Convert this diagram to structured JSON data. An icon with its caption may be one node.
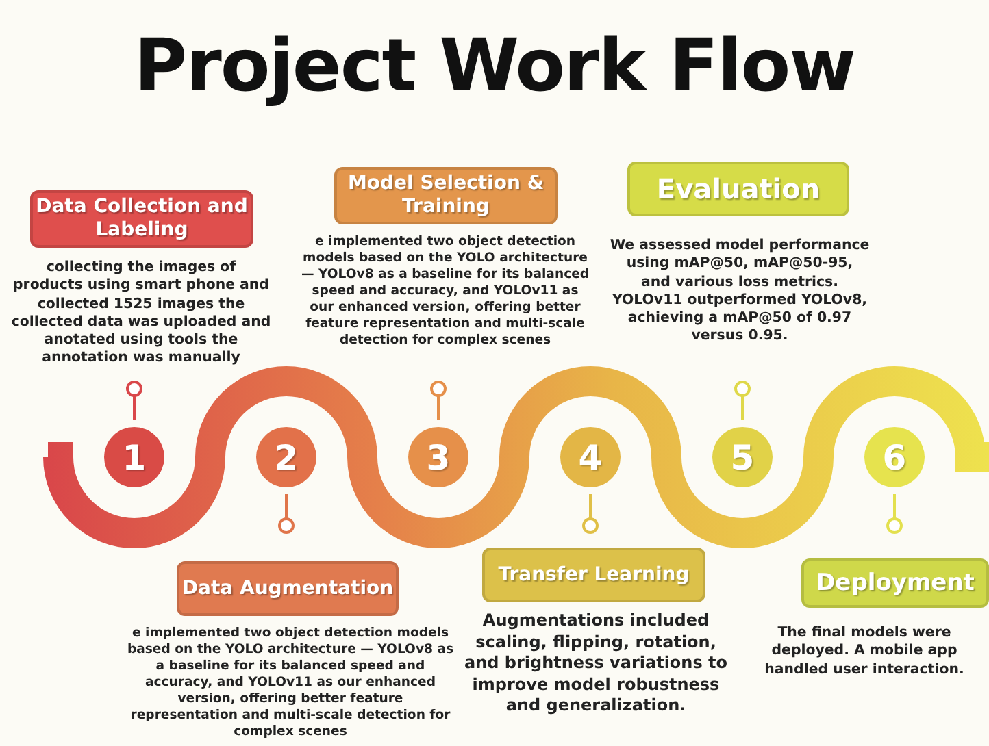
{
  "diagram": {
    "title": "Project Work Flow",
    "nodes": [
      {
        "text": [
          "Data Collection and Labeling"
        ],
        "beside": [
          "collecting the images of products using smart phone and collected 1525 images the collected data was uploaded and anotated using tools the annotation was manually"
        ]
      },
      {
        "text": [
          "Model Selection & Training"
        ],
        "beside": [
          "e implemented two object detection models based on the YOLO architecture — YOLOv8 as a baseline for its balanced speed and accuracy, and YOLOv11 as our enhanced version, offering better feature representation and multi-scale detection for complex scenes"
        ]
      },
      {
        "text": [
          "Evaluation"
        ],
        "beside": [
          "We assessed model performance using mAP@50, mAP@50-95, and various loss metrics. YOLOv11 outperformed YOLOv8, achieving a mAP@50 of 0.97 versus 0.95."
        ]
      },
      {
        "text": [
          "1"
        ]
      },
      {
        "text": [
          "2"
        ]
      },
      {
        "text": [
          "3"
        ]
      },
      {
        "text": [
          "4"
        ]
      },
      {
        "text": [
          "5"
        ]
      },
      {
        "text": [
          "6"
        ]
      },
      {
        "text": [
          "Data Augmentation"
        ],
        "beside": [
          "e implemented two object detection models based on the YOLO architecture — YOLOv8 as a baseline for its balanced speed and accuracy, and YOLOv11 as our enhanced version, offering better feature representation and multi-scale detection for complex scenes"
        ]
      },
      {
        "text": [
          "Transfer Learning"
        ],
        "beside": [
          "Augmentations included scaling, flipping, rotation, and brightness variations to improve model robustness and generalization."
        ]
      },
      {
        "text": [
          "Deployment"
        ],
        "beside": [
          "The final models were deployed. A mobile app handled user interaction."
        ]
      }
    ]
  }
}
